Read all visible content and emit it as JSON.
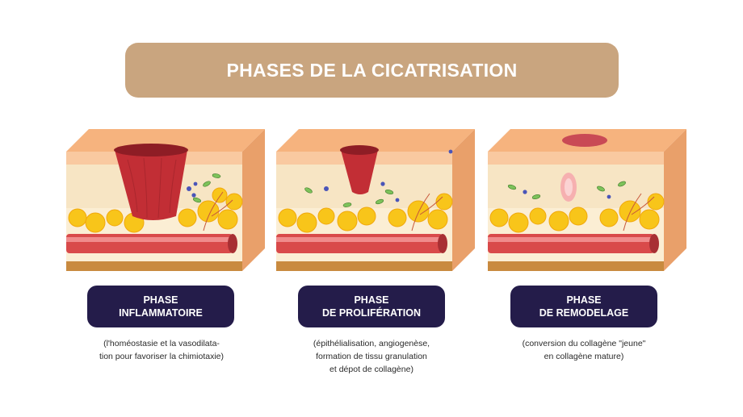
{
  "title": "PHASES DE LA CICATRISATION",
  "colors": {
    "banner": "#c9a57f",
    "phase_box": "#241c4a",
    "skin_top": "#f6b37e",
    "dermis": "#f7e5c4",
    "fat": "#f8c51a",
    "vessel": "#d94a4a",
    "wound": "#c22e35"
  },
  "phases": [
    {
      "label_line1": "PHASE",
      "label_line2": "INFLAMMATOIRE",
      "desc_line1": "(l'homéostasie et la vasodilata-",
      "desc_line2": "tion pour favoriser la chimiotaxie)",
      "desc_line3": ""
    },
    {
      "label_line1": "PHASE",
      "label_line2": "DE PROLIFÉRATION",
      "desc_line1": "(épithélialisation, angiogenèse,",
      "desc_line2": "formation de tissu granulation",
      "desc_line3": "et dépot de collagène)"
    },
    {
      "label_line1": "PHASE",
      "label_line2": "DE REMODELAGE",
      "desc_line1": "(conversion du collagène \"jeune\"",
      "desc_line2": "en collagène mature)",
      "desc_line3": ""
    }
  ]
}
